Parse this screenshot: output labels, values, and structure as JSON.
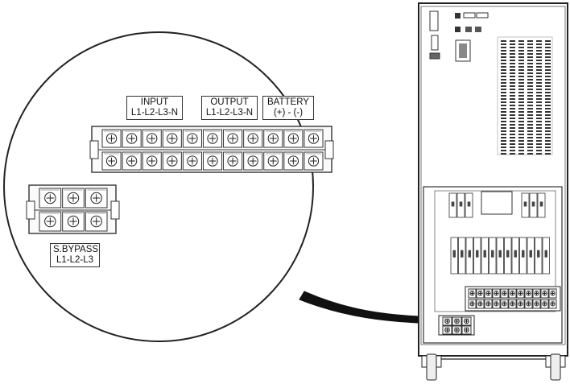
{
  "labels": {
    "input": {
      "line1": "INPUT",
      "line2": "L1-L2-L3-N"
    },
    "output": {
      "line1": "OUTPUT",
      "line2": "L1-L2-L3-N"
    },
    "battery": {
      "line1": "BATTERY",
      "line2": "(+) - (-)"
    },
    "bypass": {
      "line1": "S.BYPASS",
      "line2": "L1-L2-L3"
    }
  },
  "terminal_block": {
    "main_terminal_count": 11,
    "bypass_terminal_count": 3
  }
}
